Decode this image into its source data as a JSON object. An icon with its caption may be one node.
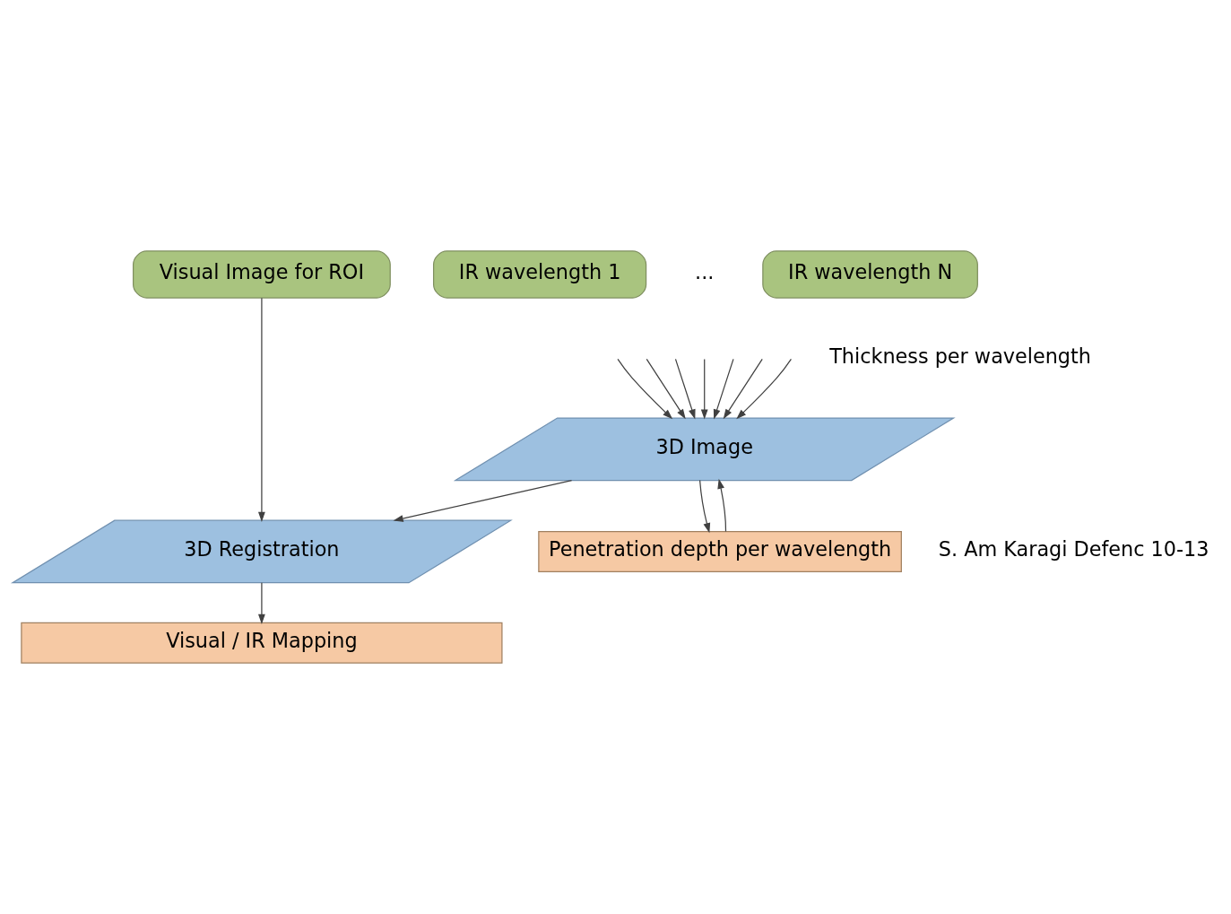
{
  "diagram": {
    "nodes": [
      {
        "text": [
          "Visual Image for ROI"
        ]
      },
      {
        "text": [
          "IR wavelength 1"
        ]
      },
      {
        "text": [
          "IR wavelength N"
        ]
      },
      {
        "text": [
          "3D Image"
        ]
      },
      {
        "text": [
          "Penetration depth per wavelength"
        ]
      },
      {
        "text": [
          "3D Registration"
        ]
      },
      {
        "text": [
          "Visual / IR Mapping"
        ]
      }
    ],
    "edges": [
      {
        "from": null,
        "to": 3,
        "arrow": "to"
      },
      {
        "from": null,
        "to": 3,
        "arrow": "to"
      },
      {
        "from": null,
        "to": 3,
        "arrow": "to"
      },
      {
        "from": null,
        "to": 3,
        "arrow": "to"
      },
      {
        "from": null,
        "to": 3,
        "arrow": "to"
      },
      {
        "from": null,
        "to": 3,
        "arrow": "to"
      },
      {
        "from": null,
        "to": 3,
        "arrow": "to"
      },
      {
        "from": 4,
        "to": 3,
        "arrow": "to"
      },
      {
        "from": 3,
        "to": 4,
        "arrow": "to"
      },
      {
        "from": 0,
        "to": 5,
        "arrow": "to"
      },
      {
        "from": 3,
        "to": 5,
        "arrow": "to"
      },
      {
        "from": 5,
        "to": 6,
        "arrow": "to"
      }
    ],
    "labels": [
      "...",
      "Thickness per wavelength",
      "S. Am Karagi Defenc 10-13"
    ]
  }
}
